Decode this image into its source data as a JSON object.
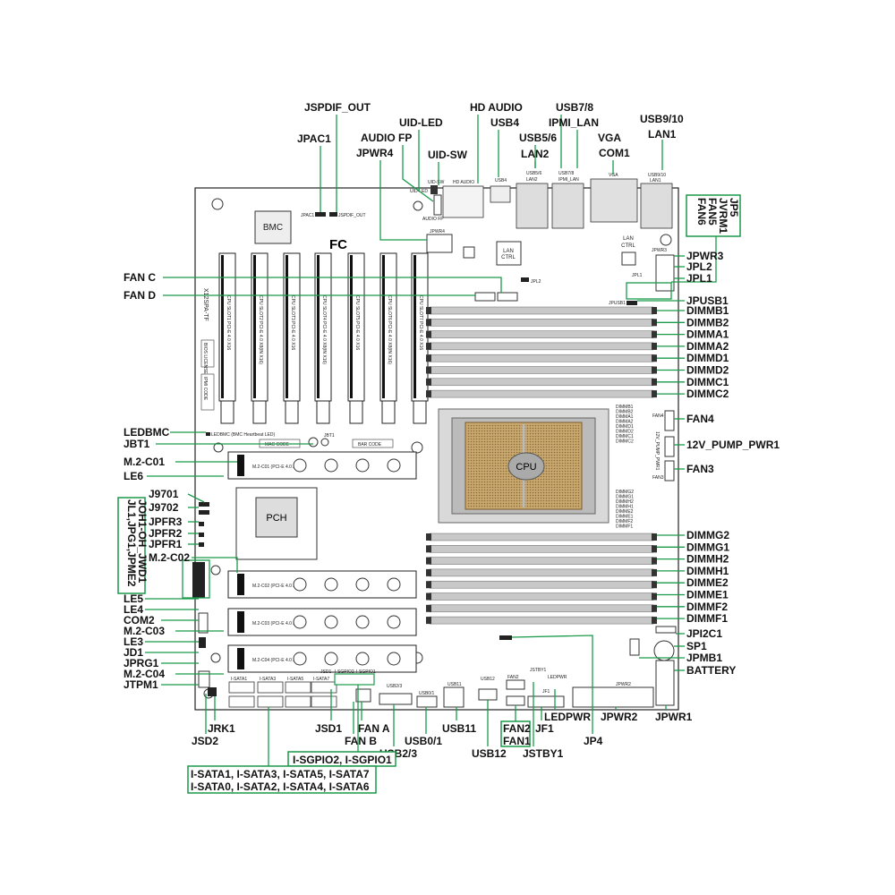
{
  "board": {
    "model": "X12SPA-TF",
    "bmc": "BMC",
    "pch": "PCH",
    "cpu": "CPU",
    "fc": "FC",
    "lan_ctrl": "LAN\nCTRL",
    "lan_ctrl_right": "LAN\nCTRL"
  },
  "pcie_slots": [
    "CPU SLOT1 PCI-E 4.0 X16",
    "CPU SLOT2 PCI-E 4.0 X8(IN X16)",
    "CPU SLOT3 PCI-E 4.0 X16",
    "CPU SLOT4 PCI-E 4.0 X8(IN X16)",
    "CPU SLOT5 PCI-E 4.0 X16",
    "CPU SLOT6 PCI-E 4.0 X8(IN X16)",
    "CPU SLOT7 PCI-E 4.0 X16"
  ],
  "m2_slots": [
    "M.2-C01 (PCI-E 4.0 X4)",
    "M.2-C02 (PCI-E 4.0 X4)",
    "M.2-C03 (PCI-E 4.0 X4)",
    "M.2-C04 (PCI-E 4.0 X4)"
  ],
  "silk": {
    "mac_code": "MAC CODE",
    "bar_code": "BAR CODE",
    "ipmi_code": "IPMI CODE",
    "bios_license": "BIOS LICENSE",
    "ledbmc": "LEDBMC (BMC Heartbeat LED)",
    "jbt1": "JBT1",
    "jpac1": "JPAC1",
    "jspdif": "JSPDIF_OUT",
    "uid_led": "UID-LED",
    "uid_sw": "UID-SW",
    "audio_fp": "AUDIO FP",
    "hd_audio": "HD AUDIO",
    "usb4": "USB4",
    "usb56": "USB5/6",
    "usb78": "USB7/8",
    "usb910": "USB9/10",
    "lan1": "LAN1",
    "lan2": "LAN2",
    "ipmi_lan": "IPMI_LAN",
    "vga": "VGA",
    "com1": "COM1",
    "jpwr4": "JPWR4",
    "jpwr3": "JPWR3",
    "fan_c": "FAN C",
    "fan_d": "FAN D",
    "jpl2": "JPL2",
    "jpl1": "JPL1",
    "jpusb1": "JPUSB1",
    "fan4": "FAN4",
    "fan3": "FAN3",
    "pump": "12V_PUMP_PWR1",
    "jpi2c1": "JPI2C1",
    "sp1": "SP1",
    "jpmb1": "JPMB1",
    "battery": "BATTERY",
    "jpwr2": "JPWR2",
    "jpwr1": "JPWR1",
    "ledpwr": "LEDPWR",
    "fan1": "FAN1",
    "fan2": "FAN2",
    "jstby1": "JSTBY1",
    "usb12": "USB12",
    "usb11": "USB11",
    "usb01": "USB0/1",
    "usb23": "USB2/3",
    "fan_a": "FAN A",
    "fan_b": "FAN B",
    "jsd1": "JSD1",
    "jrk1": "JRK1",
    "jsd2": "JSD2",
    "isgpio1": "I-SGPIO1",
    "isgpio2": "I-SGPIO2",
    "isata1": "I-SATA1",
    "isata3": "I-SATA3",
    "isata5": "I-SATA5",
    "isata7": "I-SATA7",
    "isata0": "I-SATA0",
    "isata2": "I-SATA2",
    "isata4": "I-SATA4",
    "isata6": "I-SATA6",
    "le6": "LE6",
    "le5": "LE5",
    "le4": "LE4",
    "le3": "LE3",
    "jpfr1": "JPFR1",
    "jpfr2": "JPFR2",
    "jpfr3": "JPFR3",
    "com2": "COM2",
    "jd1": "JD1",
    "jprg1": "JPRG1",
    "jtpm1": "JTPM1",
    "j9701": "J9701",
    "j9702": "J9702",
    "jp4": "JP4",
    "jf1": "JF1"
  },
  "dimm_top_silk": [
    "DIMMB1",
    "DIMMB2",
    "DIMMA1",
    "DIMMA2",
    "DIMMD1",
    "DIMMD2",
    "DIMMC1",
    "DIMMC2"
  ],
  "dimm_bottom_silk": [
    "DIMMG2",
    "DIMMG1",
    "DIMMH2",
    "DIMMH1",
    "DIMME2",
    "DIMME1",
    "DIMMF2",
    "DIMMF1"
  ],
  "callouts": {
    "jspdif_out": "JSPDIF_OUT",
    "hd_audio": "HD AUDIO",
    "usb78": "USB7/8",
    "uid_led": "UID-LED",
    "usb4": "USB4",
    "ipmi_lan": "IPMI_LAN",
    "usb910": "USB9/10",
    "jpac1": "JPAC1",
    "audio_fp": "AUDIO FP",
    "usb56": "USB5/6",
    "vga": "VGA",
    "lan1": "LAN1",
    "jpwr4": "JPWR4",
    "uid_sw": "UID-SW",
    "lan2": "LAN2",
    "com1": "COM1",
    "right_box": [
      "JP5",
      "JVRM1",
      "FAN5",
      "FAN6"
    ],
    "fan_c": "FAN C",
    "fan_d": "FAN D",
    "jpwr3": "JPWR3",
    "jpl2": "JPL2",
    "jpl1": "JPL1",
    "jpusb1": "JPUSB1",
    "dimm_top": [
      "DIMMB1",
      "DIMMB2",
      "DIMMA1",
      "DIMMA2",
      "DIMMD1",
      "DIMMD2",
      "DIMMC1",
      "DIMMC2"
    ],
    "fan4": "FAN4",
    "pump": "12V_PUMP_PWR1",
    "fan3": "FAN3",
    "ledbmc": "LEDBMC",
    "jbt1": "JBT1",
    "m2c01": "M.2-C01",
    "le6": "LE6",
    "j9701": "J9701",
    "j9702": "J9702",
    "jpfr3": "JPFR3",
    "jpfr2": "JPFR2",
    "jpfr1": "JPFR1",
    "m2c02": "M.2-C02",
    "left_box": [
      "JL1,JPG1,JPME2",
      "JOH1-OH_JWD1"
    ],
    "le5": "LE5",
    "le4": "LE4",
    "com2": "COM2",
    "m2c03": "M.2-C03",
    "le3": "LE3",
    "jd1": "JD1",
    "jprg1": "JPRG1",
    "m2c04": "M.2-C04",
    "jtpm1": "JTPM1",
    "dimm_bottom": [
      "DIMMG2",
      "DIMMG1",
      "DIMMH2",
      "DIMMH1",
      "DIMME2",
      "DIMME1",
      "DIMMF2",
      "DIMMF1"
    ],
    "jpi2c1": "JPI2C1",
    "sp1": "SP1",
    "jpmb1": "JPMB1",
    "battery": "BATTERY",
    "jrk1": "JRK1",
    "jsd2": "JSD2",
    "jsd1": "JSD1",
    "fan_a": "FAN A",
    "fan_b": "FAN B",
    "usb11": "USB11",
    "usb01": "USB0/1",
    "usb23": "USB2/3",
    "usb12": "USB12",
    "fan2": "FAN2",
    "fan1": "FAN1",
    "jf1": "JF1",
    "jstby1": "JSTBY1",
    "ledpwr": "LEDPWR",
    "jpwr2": "JPWR2",
    "jpwr1": "JPWR1",
    "jp4": "JP4",
    "sgpio_box": "I-SGPIO2, I-SGPIO1",
    "sata_box": [
      "I-SATA1, I-SATA3, I-SATA5, I-SATA7",
      "I-SATA0, I-SATA2, I-SATA4, I-SATA6"
    ]
  }
}
